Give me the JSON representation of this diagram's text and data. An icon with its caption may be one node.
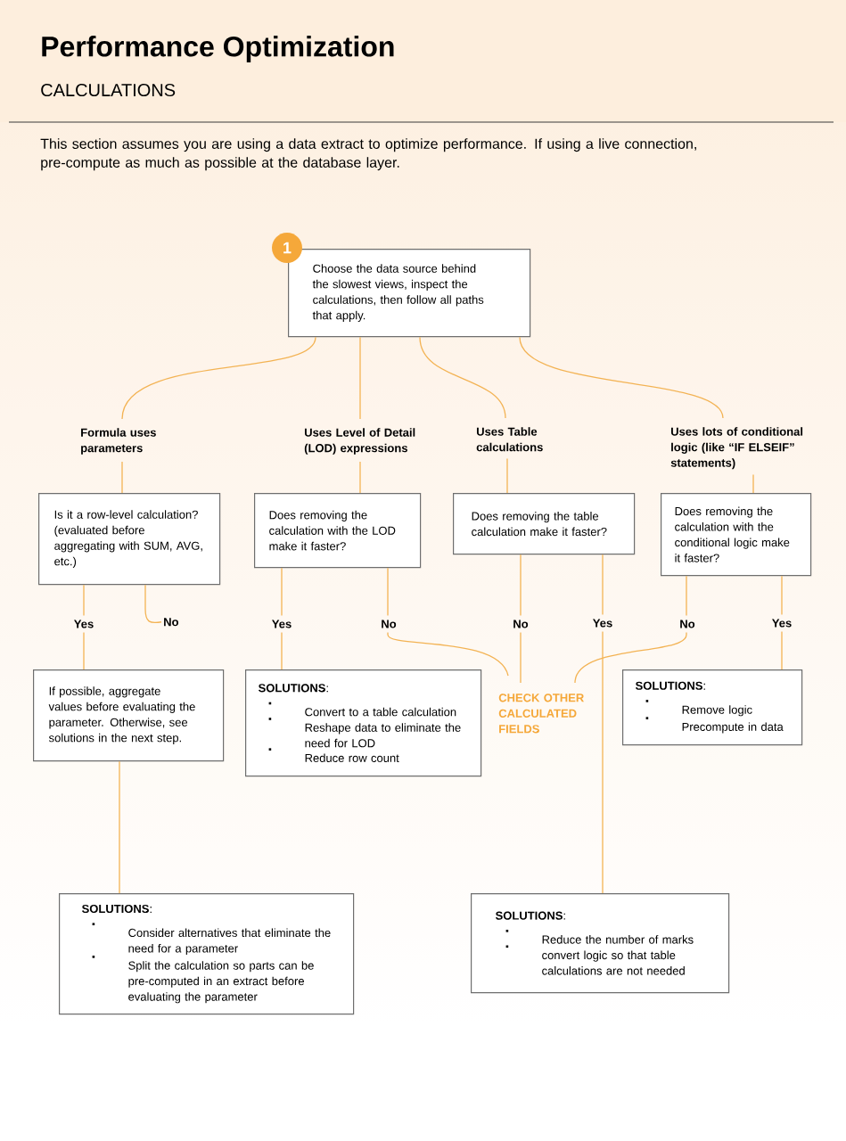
{
  "diagram": {
    "title": "Performance Optimization",
    "nodes": [
      {
        "text": [
          "1"
        ]
      },
      {
        "text": [
          "Choose the data source behind the slowest views, inspect the calculations, then follow all paths that apply."
        ]
      },
      {
        "text": [
          "Formula uses parameters"
        ]
      },
      {
        "text": [
          "Uses Level of Detail (LOD) expressions"
        ]
      },
      {
        "text": [
          "Uses Table calculations"
        ]
      },
      {
        "text": [
          "Uses lots of conditional logic (like “IF ELSEIF” statements)"
        ]
      },
      {
        "text": [
          "Is it a row-level calculation? (evaluated before aggregating with SUM, AVG, etc.)"
        ]
      },
      {
        "text": [
          "Does removing the calculation with the LOD make it faster?"
        ]
      },
      {
        "text": [
          "Does removing the table calculation make it faster?"
        ]
      },
      {
        "text": [
          "Does removing the calculation with the conditional logic make it faster?"
        ]
      },
      {
        "text": [
          "No"
        ]
      },
      {
        "text": [
          "If possible, aggregate values before evaluating the parameter. Otherwise, see solutions in the next step."
        ]
      },
      {
        "text": [
          "**SOLUTIONS**:",
          "Convert to a table calculation",
          "Reshape data to eliminate the need for LOD",
          "Reduce row count"
        ]
      },
      {
        "text": [
          "CHECK OTHER CALCULATED FIELDS"
        ]
      },
      {
        "text": [
          "**SOLUTIONS**:",
          "Remove logic",
          "Precompute in data"
        ]
      },
      {
        "text": [
          "**SOLUTIONS**:",
          "Consider alternatives that eliminate the need for a parameter",
          "Split the calculation so parts can be pre-computed in an extract before evaluating the parameter"
        ]
      },
      {
        "text": [
          "**SOLUTIONS**:",
          "Reduce the number of marks",
          "convert logic so that table calculations are not needed"
        ]
      }
    ],
    "edges": [
      {
        "from": 1,
        "to": 2,
        "arrow": "none"
      },
      {
        "from": 1,
        "to": 3,
        "arrow": "none"
      },
      {
        "from": 1,
        "to": 4,
        "arrow": "none"
      },
      {
        "from": 1,
        "to": 5,
        "arrow": "none"
      },
      {
        "from": 2,
        "to": 6,
        "arrow": "none"
      },
      {
        "from": 3,
        "to": 7,
        "arrow": "none"
      },
      {
        "from": 4,
        "to": 8,
        "arrow": "none"
      },
      {
        "from": 5,
        "to": 9,
        "arrow": "none"
      },
      {
        "from": 6,
        "to": 11,
        "arrow": "none",
        "label": "Yes"
      },
      {
        "from": 6,
        "to": 10,
        "arrow": "none"
      },
      {
        "from": 7,
        "to": 12,
        "arrow": "none",
        "label": "Yes"
      },
      {
        "from": 7,
        "to": 13,
        "arrow": "none",
        "label": "No"
      },
      {
        "from": 8,
        "to": 13,
        "arrow": "none",
        "label": "No"
      },
      {
        "from": 8,
        "to": 16,
        "arrow": "none",
        "label": "Yes"
      },
      {
        "from": 9,
        "to": 13,
        "arrow": "none",
        "label": "No"
      },
      {
        "from": 9,
        "to": 14,
        "arrow": "none",
        "label": "Yes"
      },
      {
        "from": 11,
        "to": 15,
        "arrow": "none"
      }
    ],
    "labels": [
      "CALCULATIONS",
      "This section assumes you are using a data extract to optimize performance. If using a live connection, pre-compute as much as possible at the database layer."
    ]
  }
}
